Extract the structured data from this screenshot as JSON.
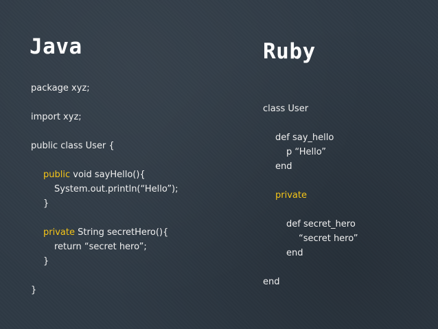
{
  "java": {
    "title": "Java",
    "lines": {
      "package": "package xyz;",
      "import": "import xyz;",
      "class_decl": "public class User {",
      "say_hello_kw": "public",
      "say_hello_rest": " void sayHello(){",
      "println": "System.out.println(“Hello”);",
      "close_method_1": "}",
      "secret_kw": "private",
      "secret_rest": " String secretHero(){",
      "return_stmt": "return “secret hero”;",
      "close_method_2": "}",
      "close_class": "}"
    }
  },
  "ruby": {
    "title": "Ruby",
    "lines": {
      "class_decl": "class User",
      "def_say_hello": "def say_hello",
      "p_hello": "p “Hello”",
      "end_1": "end",
      "private_kw": "private",
      "def_secret": "def secret_hero",
      "secret_str": "“secret hero”",
      "end_2": "end",
      "end_class": "end"
    }
  },
  "colors": {
    "background": "#2f3a45",
    "text": "#f0f0f0",
    "keyword": "#f5c518"
  }
}
